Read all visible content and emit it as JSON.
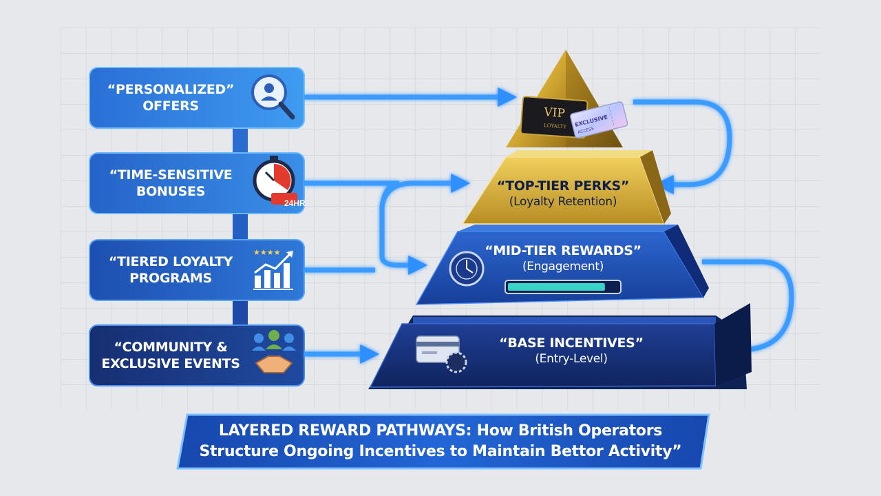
{
  "left_items": [
    {
      "line1": "“PERSONALIZED”",
      "line2": "OFFERS",
      "icon": "magnifier-person-icon"
    },
    {
      "line1": "“TIME-SENSITIVE",
      "line2": "BONUSES",
      "icon": "stopwatch-icon",
      "badge": "24HR"
    },
    {
      "line1": "“TIERED LOYALTY",
      "line2": "PROGRAMS",
      "icon": "growth-chart-icon",
      "stars": "★★★★"
    },
    {
      "line1": "“COMMUNITY &",
      "line2": "EXCLUSIVE EVENTS",
      "icon": "community-handshake-icon"
    }
  ],
  "pyramid": {
    "apex": {
      "card_text": "VIP",
      "card_sub": "LOYALTY",
      "ticket_text": "EXCLUSIVE",
      "ticket_sub": "ACCESS"
    },
    "top_tier": {
      "title": "“TOP-TIER PERKS”",
      "subtitle": "(Loyalty Retention)"
    },
    "mid_tier": {
      "title": "“MID-TIER REWARDS”",
      "subtitle": "(Engagement)",
      "progress": 0.88
    },
    "base_tier": {
      "title": "“BASE INCENTIVES”",
      "subtitle": "(Entry-Level)",
      "icon": "credit-card-chip-icon"
    }
  },
  "banner": {
    "line1": "LAYERED REWARD PATHWAYS: How British Operators",
    "line2": "Structure Ongoing Incentives to Maintain Bettor Activity”"
  },
  "colors": {
    "gold": "#d9b23f",
    "mid_blue": "#1f4fb0",
    "base_navy": "#162f77",
    "arrow_blue": "#2f8fff",
    "banner_blue": "#1b58c7"
  }
}
